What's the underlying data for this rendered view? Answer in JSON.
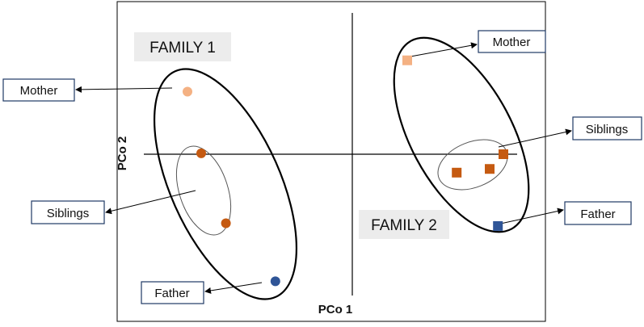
{
  "chart_data": {
    "type": "scatter",
    "xlabel": "PCo 1",
    "ylabel": "PCo 2",
    "groups": [
      {
        "name": "FAMILY 1",
        "marker": "circle",
        "points": [
          {
            "role": "Mother",
            "x": -0.6,
            "y": 0.68,
            "color": "#f4b183"
          },
          {
            "role": "Sibling",
            "x": -0.55,
            "y": 0.01,
            "color": "#c55a11"
          },
          {
            "role": "Sibling",
            "x": -0.46,
            "y": -0.75,
            "color": "#c55a11"
          },
          {
            "role": "Father",
            "x": -0.28,
            "y": -1.38,
            "color": "#2f5597"
          }
        ]
      },
      {
        "name": "FAMILY 2",
        "marker": "square",
        "points": [
          {
            "role": "Mother",
            "x": 0.2,
            "y": 1.02,
            "color": "#f4b183"
          },
          {
            "role": "Sibling",
            "x": 0.38,
            "y": -0.2,
            "color": "#c55a11"
          },
          {
            "role": "Sibling",
            "x": 0.5,
            "y": -0.16,
            "color": "#c55a11"
          },
          {
            "role": "Sibling",
            "x": 0.55,
            "y": 0.0,
            "color": "#c55a11"
          },
          {
            "role": "Father",
            "x": 0.53,
            "y": -0.78,
            "color": "#2f5597"
          }
        ]
      }
    ],
    "callouts": {
      "mother": "Mother",
      "siblings": "Siblings",
      "father": "Father"
    },
    "colors": {
      "mother": "#f4b183",
      "sibling": "#c55a11",
      "father": "#2f5597"
    }
  }
}
